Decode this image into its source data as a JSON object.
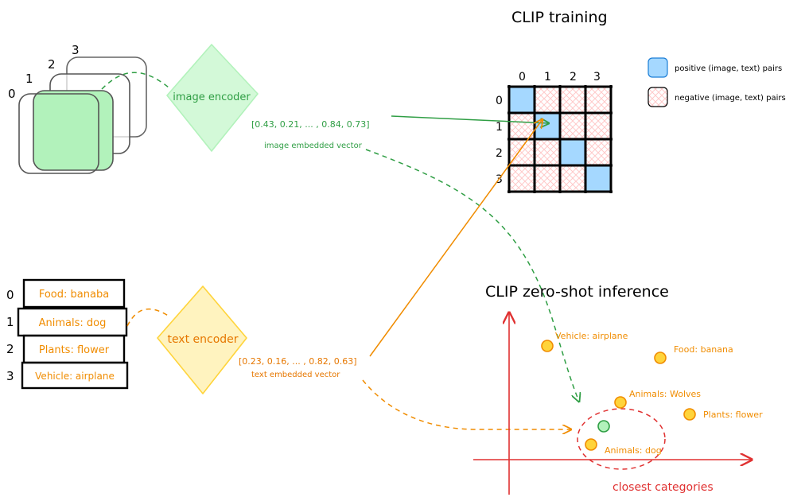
{
  "training": {
    "title": "CLIP training",
    "col_labels": [
      "0",
      "1",
      "2",
      "3"
    ],
    "row_labels": [
      "0",
      "1",
      "2",
      "3"
    ],
    "legend_positive": "positive (image, text) pairs",
    "legend_negative": "negative (image, text) pairs"
  },
  "image_side": {
    "stack_labels": [
      "0",
      "1",
      "2",
      "3"
    ],
    "encoder_label": "image encoder",
    "vector": "[0.43, 0.21, ... , 0.84, 0.73]",
    "vector_caption": "image embedded vector"
  },
  "text_side": {
    "items": [
      {
        "index": "0",
        "text": "Food: banaba"
      },
      {
        "index": "1",
        "text": "Animals: dog"
      },
      {
        "index": "2",
        "text": "Plants: flower"
      },
      {
        "index": "3",
        "text": "Vehicle: airplane"
      }
    ],
    "encoder_label": "text encoder",
    "vector": "[0.23, 0.16, ... , 0.82, 0.63]",
    "vector_caption": "text embedded vector"
  },
  "inference": {
    "title": "CLIP zero-shot inference",
    "points": [
      {
        "label": "Vehicle: airplane"
      },
      {
        "label": "Food: banana"
      },
      {
        "label": "Animals: Wolves"
      },
      {
        "label": "Plants: flower"
      },
      {
        "label": "Animals: dog"
      }
    ],
    "closest_label": "closest categories"
  },
  "colors": {
    "green": "#2f9e44",
    "green_fill": "#b2f2bb",
    "orange": "#f08c00",
    "orange_fill": "#ffec99",
    "blue_fill": "#a5d8ff",
    "red": "#e03131",
    "pink_hatch": "#ffc9c9"
  }
}
